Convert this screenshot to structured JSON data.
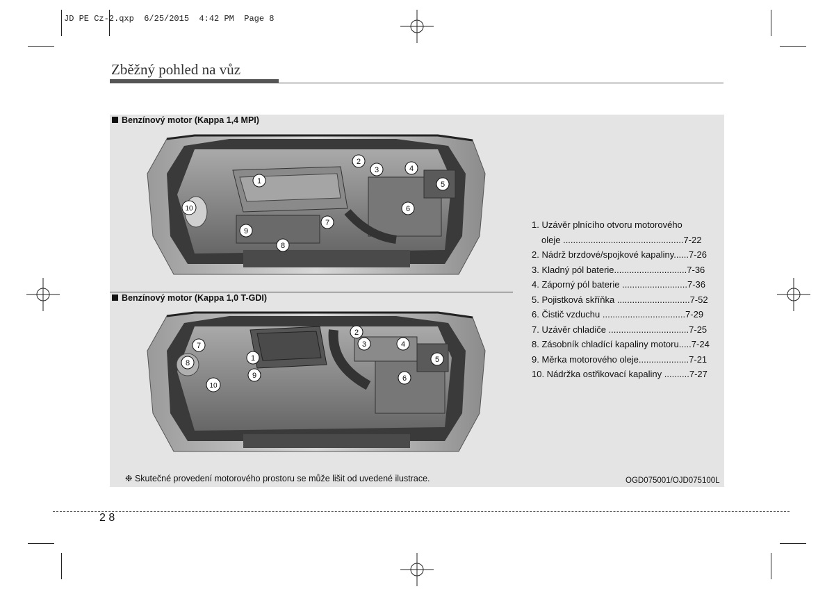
{
  "print_slug": "JD PE Cz-2.qxp  6/25/2015  4:42 PM  Page 8",
  "page_title": "Zběžný pohled na vůz",
  "sections": [
    {
      "heading": "Benzínový motor (Kappa 1,4 MPI)"
    },
    {
      "heading": "Benzínový motor (Kappa 1,0 T-GDI)"
    }
  ],
  "callouts_top": [
    "1",
    "2",
    "3",
    "4",
    "5",
    "6",
    "7",
    "8",
    "9",
    "10"
  ],
  "callouts_bottom": [
    "1",
    "2",
    "3",
    "4",
    "5",
    "6",
    "7",
    "8",
    "9",
    "10"
  ],
  "legend": [
    {
      "text": "1. Uzávěr plnícího otvoru motorového",
      "cont": "oleje ................................................7-22"
    },
    {
      "text": "2. Nádrž brzdové/spojkové kapaliny......7-26"
    },
    {
      "text": "3. Kladný pól baterie.............................7-36"
    },
    {
      "text": "4. Záporný pól baterie ..........................7-36"
    },
    {
      "text": "5. Pojistková skříňka .............................7-52"
    },
    {
      "text": "6. Čistič vzduchu .................................7-29"
    },
    {
      "text": "7. Uzávěr chladiče ................................7-25"
    },
    {
      "text": "8. Zásobník chladící kapaliny motoru.....7-24"
    },
    {
      "text": "9. Měrka motorového oleje....................7-21"
    },
    {
      "text": "10. Nádržka ostřikovací kapaliny ..........7-27"
    }
  ],
  "note": "❉ Skutečné provedení motorového prostoru se může lišit od uvedené ilustrace.",
  "image_code": "OGD075001/OJD075100L",
  "page_number": "2 8"
}
